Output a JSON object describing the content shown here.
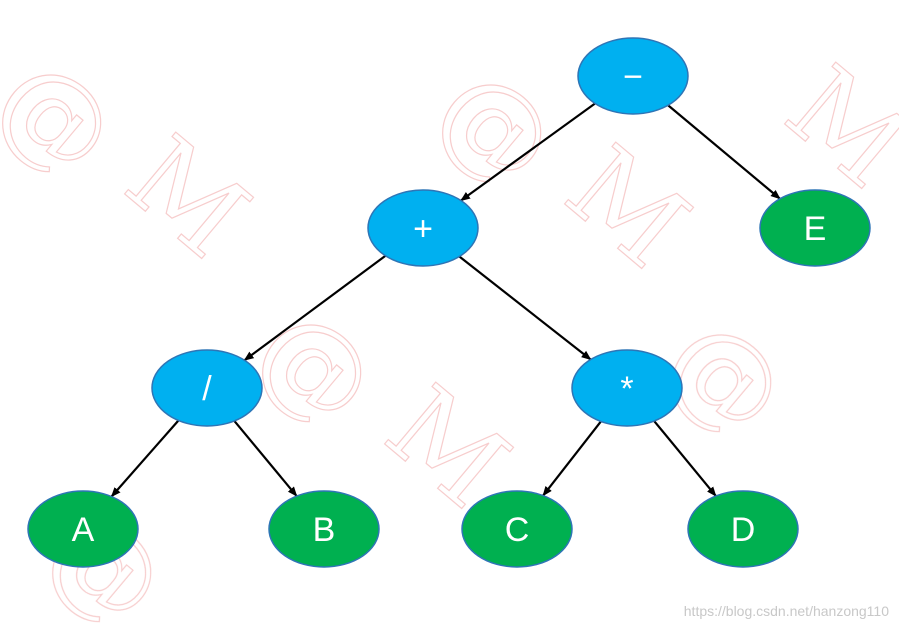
{
  "colors": {
    "operator_fill": "#00b0f0",
    "operator_stroke": "#2e75b6",
    "operand_fill": "#00b050",
    "operand_stroke": "#2e75b6",
    "edge": "#000000",
    "label": "#ffffff"
  },
  "tree": {
    "nodes": [
      {
        "id": "minus",
        "label": "−",
        "kind": "operator"
      },
      {
        "id": "plus",
        "label": "+",
        "kind": "operator"
      },
      {
        "id": "E",
        "label": "E",
        "kind": "operand"
      },
      {
        "id": "div",
        "label": "/",
        "kind": "operator"
      },
      {
        "id": "mul",
        "label": "*",
        "kind": "operator"
      },
      {
        "id": "A",
        "label": "A",
        "kind": "operand"
      },
      {
        "id": "B",
        "label": "B",
        "kind": "operand"
      },
      {
        "id": "C",
        "label": "C",
        "kind": "operand"
      },
      {
        "id": "D",
        "label": "D",
        "kind": "operand"
      }
    ],
    "edges": [
      {
        "from": "minus",
        "to": "plus"
      },
      {
        "from": "minus",
        "to": "E"
      },
      {
        "from": "plus",
        "to": "div"
      },
      {
        "from": "plus",
        "to": "mul"
      },
      {
        "from": "div",
        "to": "A"
      },
      {
        "from": "div",
        "to": "B"
      },
      {
        "from": "mul",
        "to": "C"
      },
      {
        "from": "mul",
        "to": "D"
      }
    ]
  },
  "watermark": {
    "url": "https://blog.csdn.net/hanzong110"
  }
}
